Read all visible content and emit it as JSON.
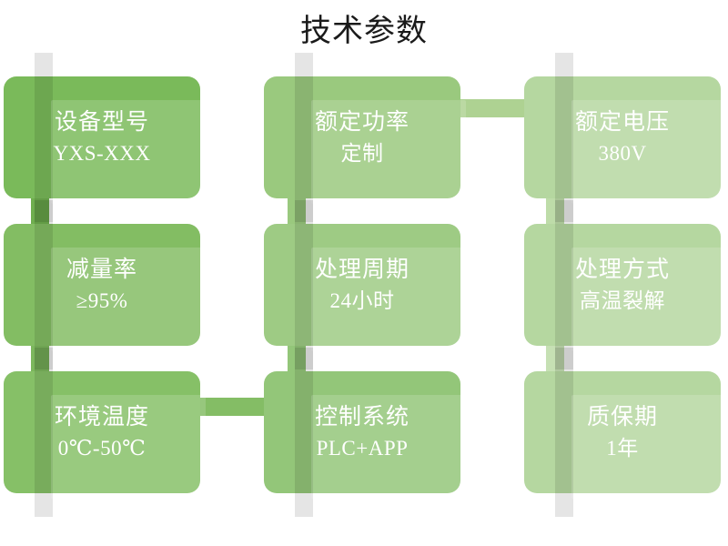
{
  "header": {
    "title": "技术参数"
  },
  "palette": {
    "col1": "#7aba5a",
    "col2": "#9ac97e",
    "col3": "#b5d7a0",
    "connector_col1": "#7fb85e",
    "connector_col2": "#a6cf8a",
    "connector_col3": "#bcd9a8",
    "text": "#ffffff",
    "title_text": "#1a1a1a",
    "background": "#ffffff"
  },
  "spec_cards": [
    {
      "id": "model",
      "label": "设备型号",
      "value": "YXS-XXX",
      "column": 1,
      "row": 1,
      "color": "#7aba5a"
    },
    {
      "id": "rated-power",
      "label": "额定功率",
      "value": "定制",
      "column": 2,
      "row": 1,
      "color": "#9ac97e"
    },
    {
      "id": "rated-voltage",
      "label": "额定电压",
      "value": "380V",
      "column": 3,
      "row": 1,
      "color": "#b5d7a0"
    },
    {
      "id": "reduction",
      "label": "减量率",
      "value": "≥95%",
      "column": 1,
      "row": 2,
      "color": "#83bd63"
    },
    {
      "id": "cycle",
      "label": "处理周期",
      "value": "24小时",
      "column": 2,
      "row": 2,
      "color": "#9ecb84"
    },
    {
      "id": "method",
      "label": "处理方式",
      "value": "高温裂解",
      "column": 3,
      "row": 2,
      "color": "#b5d7a0"
    },
    {
      "id": "temperature",
      "label": "环境温度",
      "value": "0℃-50℃",
      "column": 1,
      "row": 3,
      "color": "#86c067"
    },
    {
      "id": "control",
      "label": "控制系统",
      "value": "PLC+APP",
      "column": 2,
      "row": 3,
      "color": "#93c679"
    },
    {
      "id": "warranty",
      "label": "质保期",
      "value": "1年",
      "column": 3,
      "row": 3,
      "color": "#b5d7a0"
    }
  ],
  "connectors": [
    {
      "id": "power-to-voltage",
      "orientation": "horizontal"
    },
    {
      "id": "model-to-reduction",
      "orientation": "vertical"
    },
    {
      "id": "power-to-cycle",
      "orientation": "vertical"
    },
    {
      "id": "voltage-to-method",
      "orientation": "vertical"
    },
    {
      "id": "reduction-to-temp",
      "orientation": "vertical"
    },
    {
      "id": "cycle-to-control",
      "orientation": "vertical"
    },
    {
      "id": "method-to-warranty",
      "orientation": "vertical"
    },
    {
      "id": "temp-to-control",
      "orientation": "horizontal"
    }
  ]
}
